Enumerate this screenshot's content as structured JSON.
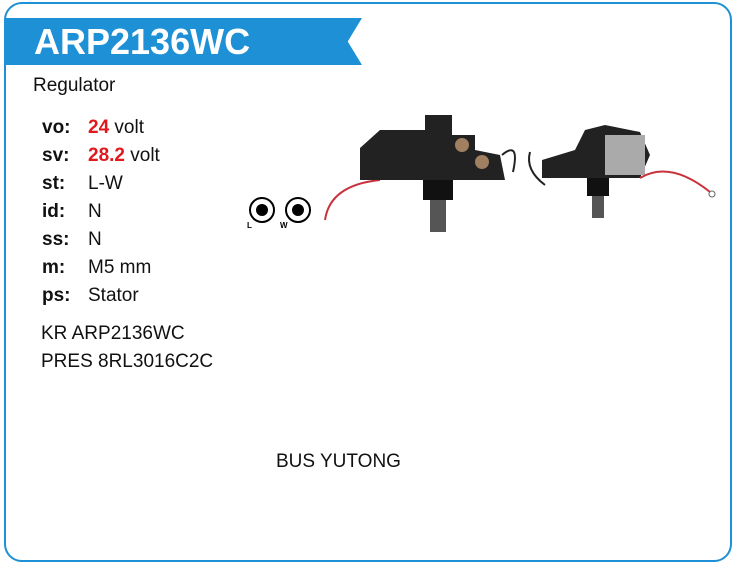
{
  "title": "ARP2136WC",
  "category": "Regulator",
  "specs": [
    {
      "key": "vo:",
      "value": "24",
      "unit": " volt"
    },
    {
      "key": "sv:",
      "value": "28.2",
      "unit": " volt"
    },
    {
      "key": "st:",
      "value": "L-W"
    },
    {
      "key": "id:",
      "value": "N"
    },
    {
      "key": "ss:",
      "value": "N"
    },
    {
      "key": "m:",
      "value": "M5 mm"
    },
    {
      "key": "ps:",
      "value": "Stator"
    }
  ],
  "cross_refs": [
    "KR ARP2136WC",
    "PRES 8RL3016C2C"
  ],
  "application": "BUS YUTONG",
  "terminal_labels": [
    "L",
    "W"
  ],
  "colors": {
    "accent": "#1e90d6",
    "highlight": "#e0191e"
  }
}
